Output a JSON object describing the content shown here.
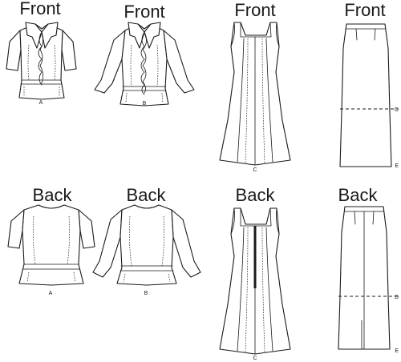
{
  "headings": {
    "top_a": "Front",
    "top_b": "Front",
    "top_c": "Front",
    "top_skirt": "Front",
    "bottom_a": "Back",
    "bottom_b": "Back",
    "bottom_c": "Back",
    "bottom_skirt": "Back"
  },
  "view_letters": {
    "front_a": "A",
    "front_b": "B",
    "front_c": "C",
    "front_d": "D",
    "front_e": "E",
    "back_a": "A",
    "back_b": "B",
    "back_c": "C",
    "back_d": "D",
    "back_e": "E"
  },
  "colors": {
    "ink": "#1a1a1a",
    "paper": "#ffffff"
  }
}
